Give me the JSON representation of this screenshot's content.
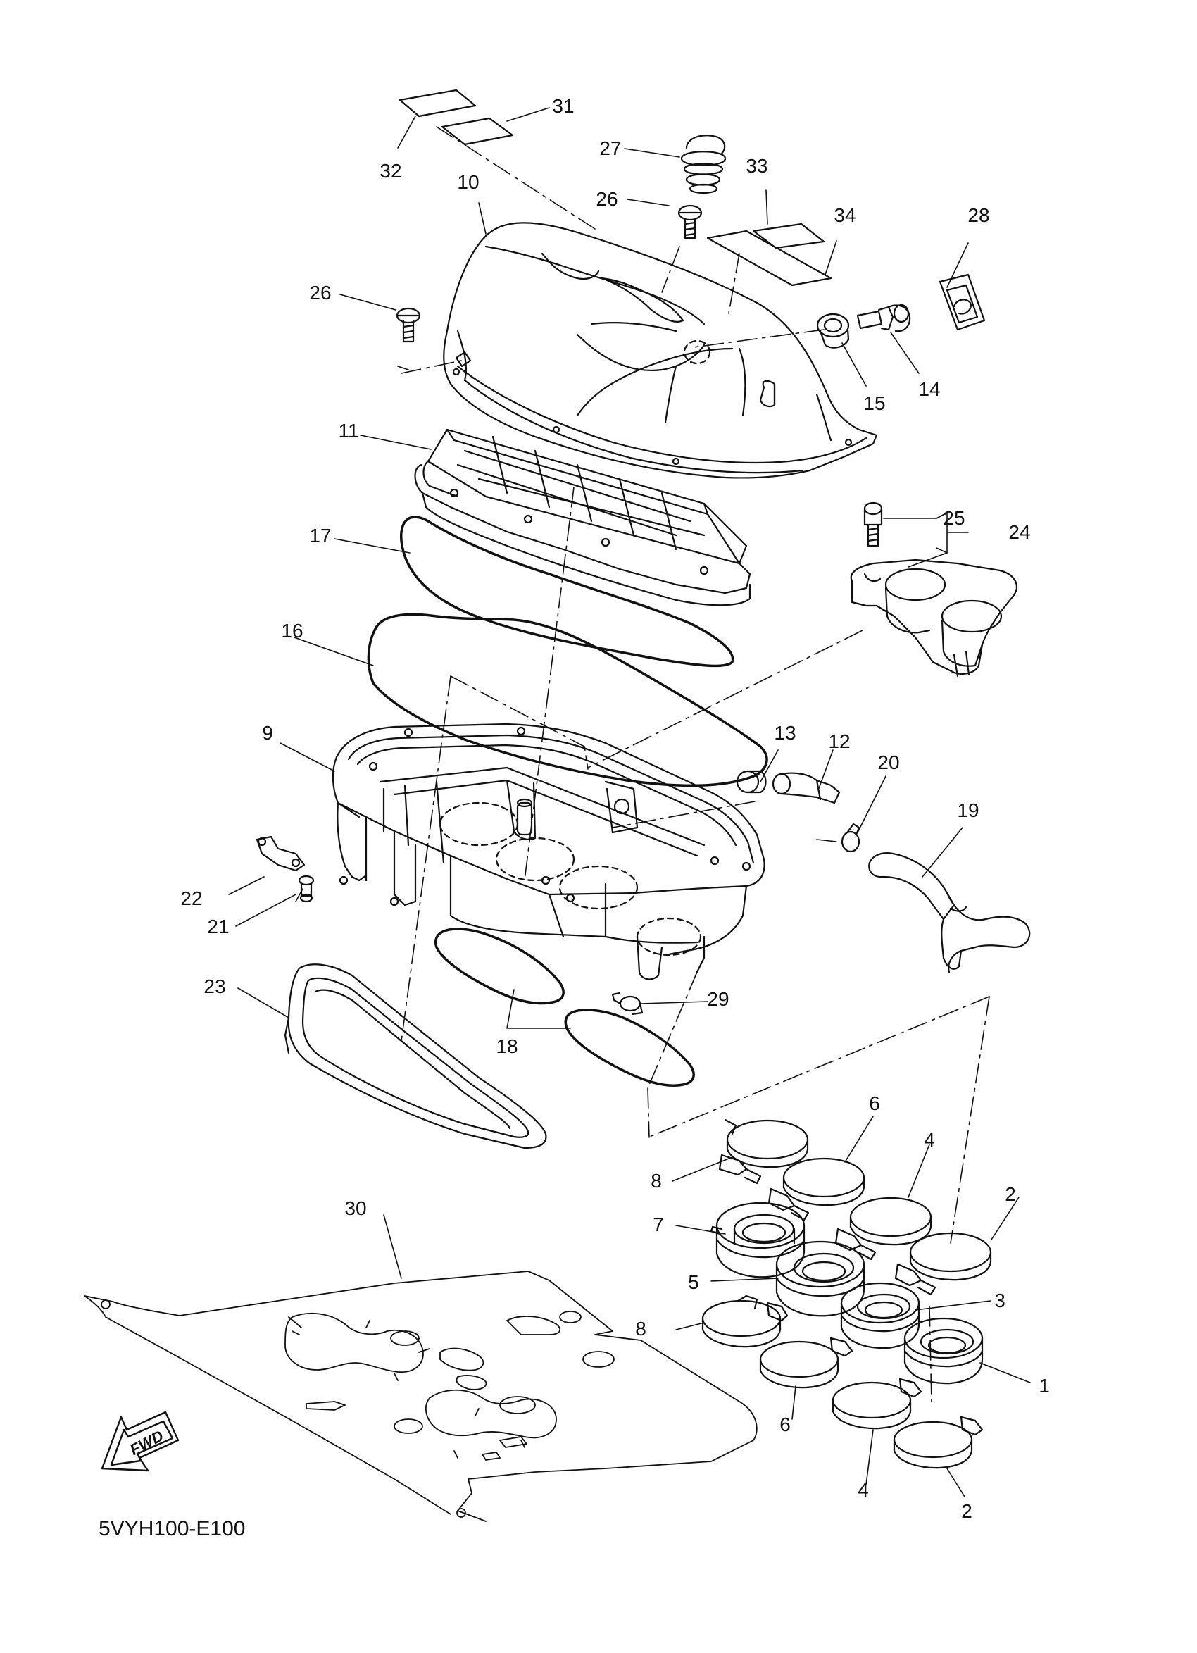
{
  "diagram": {
    "code": "5VYH100-E100",
    "fwd_label": "FWD",
    "callouts": [
      {
        "id": "c1",
        "num": "1"
      },
      {
        "id": "c2a",
        "num": "2"
      },
      {
        "id": "c2b",
        "num": "2"
      },
      {
        "id": "c3",
        "num": "3"
      },
      {
        "id": "c4a",
        "num": "4"
      },
      {
        "id": "c4b",
        "num": "4"
      },
      {
        "id": "c5",
        "num": "5"
      },
      {
        "id": "c6a",
        "num": "6"
      },
      {
        "id": "c6b",
        "num": "6"
      },
      {
        "id": "c7",
        "num": "7"
      },
      {
        "id": "c8a",
        "num": "8"
      },
      {
        "id": "c8b",
        "num": "8"
      },
      {
        "id": "c9",
        "num": "9"
      },
      {
        "id": "c10",
        "num": "10"
      },
      {
        "id": "c11",
        "num": "11"
      },
      {
        "id": "c12",
        "num": "12"
      },
      {
        "id": "c13",
        "num": "13"
      },
      {
        "id": "c14",
        "num": "14"
      },
      {
        "id": "c15",
        "num": "15"
      },
      {
        "id": "c16",
        "num": "16"
      },
      {
        "id": "c17",
        "num": "17"
      },
      {
        "id": "c18",
        "num": "18"
      },
      {
        "id": "c19",
        "num": "19"
      },
      {
        "id": "c20",
        "num": "20"
      },
      {
        "id": "c21",
        "num": "21"
      },
      {
        "id": "c22",
        "num": "22"
      },
      {
        "id": "c23",
        "num": "23"
      },
      {
        "id": "c24",
        "num": "24"
      },
      {
        "id": "c25",
        "num": "25"
      },
      {
        "id": "c26a",
        "num": "26"
      },
      {
        "id": "c26b",
        "num": "26"
      },
      {
        "id": "c27",
        "num": "27"
      },
      {
        "id": "c28",
        "num": "28"
      },
      {
        "id": "c29",
        "num": "29"
      },
      {
        "id": "c30",
        "num": "30"
      },
      {
        "id": "c31",
        "num": "31"
      },
      {
        "id": "c32",
        "num": "32"
      },
      {
        "id": "c33",
        "num": "33"
      },
      {
        "id": "c34",
        "num": "34"
      }
    ]
  }
}
